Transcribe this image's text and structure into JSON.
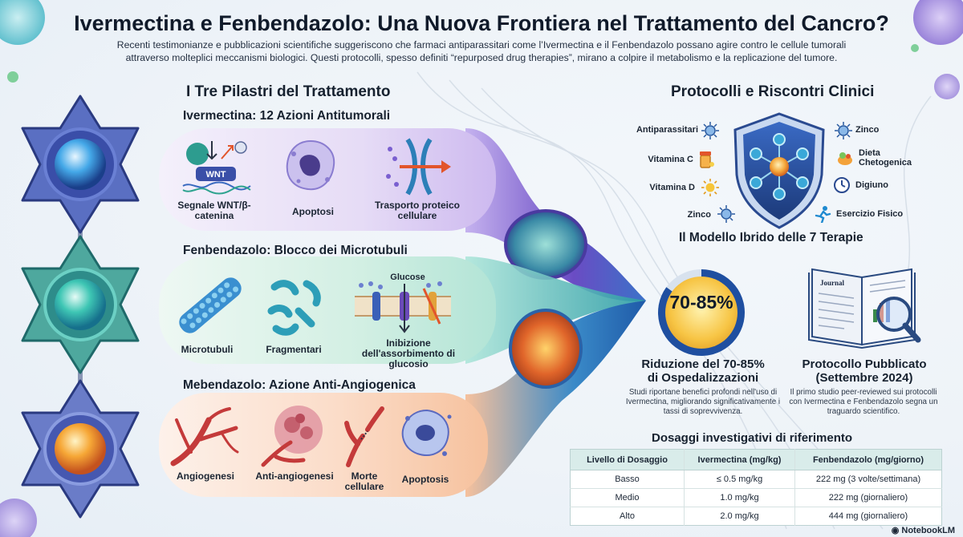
{
  "header": {
    "title": "Ivermectina e Fenbendazolo: Una Nuova Frontiera nel Trattamento del Cancro?",
    "intro_line1": "Recenti testimonianze e pubblicazioni scientifiche suggeriscono che farmaci antiparassitari come l’Ivermectina e il Fenbendazolo possano agire contro le cellule tumorali",
    "intro_line2": "attraverso molteplici meccanismi biologici. Questi protocolli, spesso definiti “repurposed drug therapies”, mirano a colpire il metabolismo e la replicazione del tumore."
  },
  "pillars": {
    "heading": "I Tre Pilastri del Trattamento",
    "ivermectina": {
      "title": "Ivermectina: 12 Azioni Antitumorali",
      "wnt_tag": "WNT",
      "items": [
        "Segnale WNT/β-catenina",
        "Apoptosi",
        "Trasporto proteico cellulare"
      ],
      "color": "#7b5fd0"
    },
    "fenbendazolo": {
      "title": "Fenbendazolo: Blocco dei Microtubuli",
      "glucose_tag": "Glucose",
      "items": [
        "Microtubuli",
        "Fragmentari",
        "Inibizione dell'assorbimento di glucosio"
      ],
      "color": "#2fa7a0"
    },
    "mebendazolo": {
      "title": "Mebendazolo: Azione Anti-Angiogenica",
      "items": [
        "Angiogenesi",
        "Anti-angiogenesi",
        "Morte cellulare",
        "Apoptosis"
      ],
      "color": "#e8864a"
    }
  },
  "protocols": {
    "heading": "Protocolli e Riscontri Clinici",
    "left_items": [
      "Antiparassitari",
      "Vitamina C",
      "Vitamina D",
      "Zinco"
    ],
    "right_items": [
      "Zinco",
      "Dieta Chetogenica",
      "Digiuno",
      "Esercizio Fisico"
    ],
    "icons_left": [
      "virus-icon",
      "pill-bottle-icon",
      "sun-icon",
      "virus-icon"
    ],
    "icons_right": [
      "virus-icon",
      "food-icon",
      "clock-icon",
      "running-icon"
    ]
  },
  "hybrid_model": {
    "heading": "Il Modello Ibrido delle 7 Terapie",
    "percent_label": "70-85%",
    "range_fraction": [
      0.7,
      0.85
    ],
    "stat1_title_line1": "Riduzione del 70-85%",
    "stat1_title_line2": "di Ospedalizzazioni",
    "stat1_text": "Studi riportane benefici profondi nell'uso di Ivermectina, migliorando significativamente i tassi di soprevvivenza.",
    "journal_label": "Journal",
    "stat2_title_line1": "Protocollo Pubblicato",
    "stat2_title_line2": "(Settembre 2024)",
    "stat2_text": "Il primo studio peer-reviewed sui protocolli con Ivermectina e Fenbendazolo segna un traguardo scientifico."
  },
  "dosage": {
    "heading": "Dosaggi investigativi di riferimento",
    "columns": [
      "Livello di Dosaggio",
      "Ivermectina (mg/kg)",
      "Fenbendazolo (mg/giorno)"
    ],
    "rows": [
      [
        "Basso",
        "≤ 0.5 mg/kg",
        "222 mg (3 volte/settimana)"
      ],
      [
        "Medio",
        "1.0 mg/kg",
        "222 mg (giornaliero)"
      ],
      [
        "Alto",
        "2.0 mg/kg",
        "444 mg (giornaliero)"
      ]
    ]
  },
  "footer": {
    "brand": "NotebookLM"
  }
}
